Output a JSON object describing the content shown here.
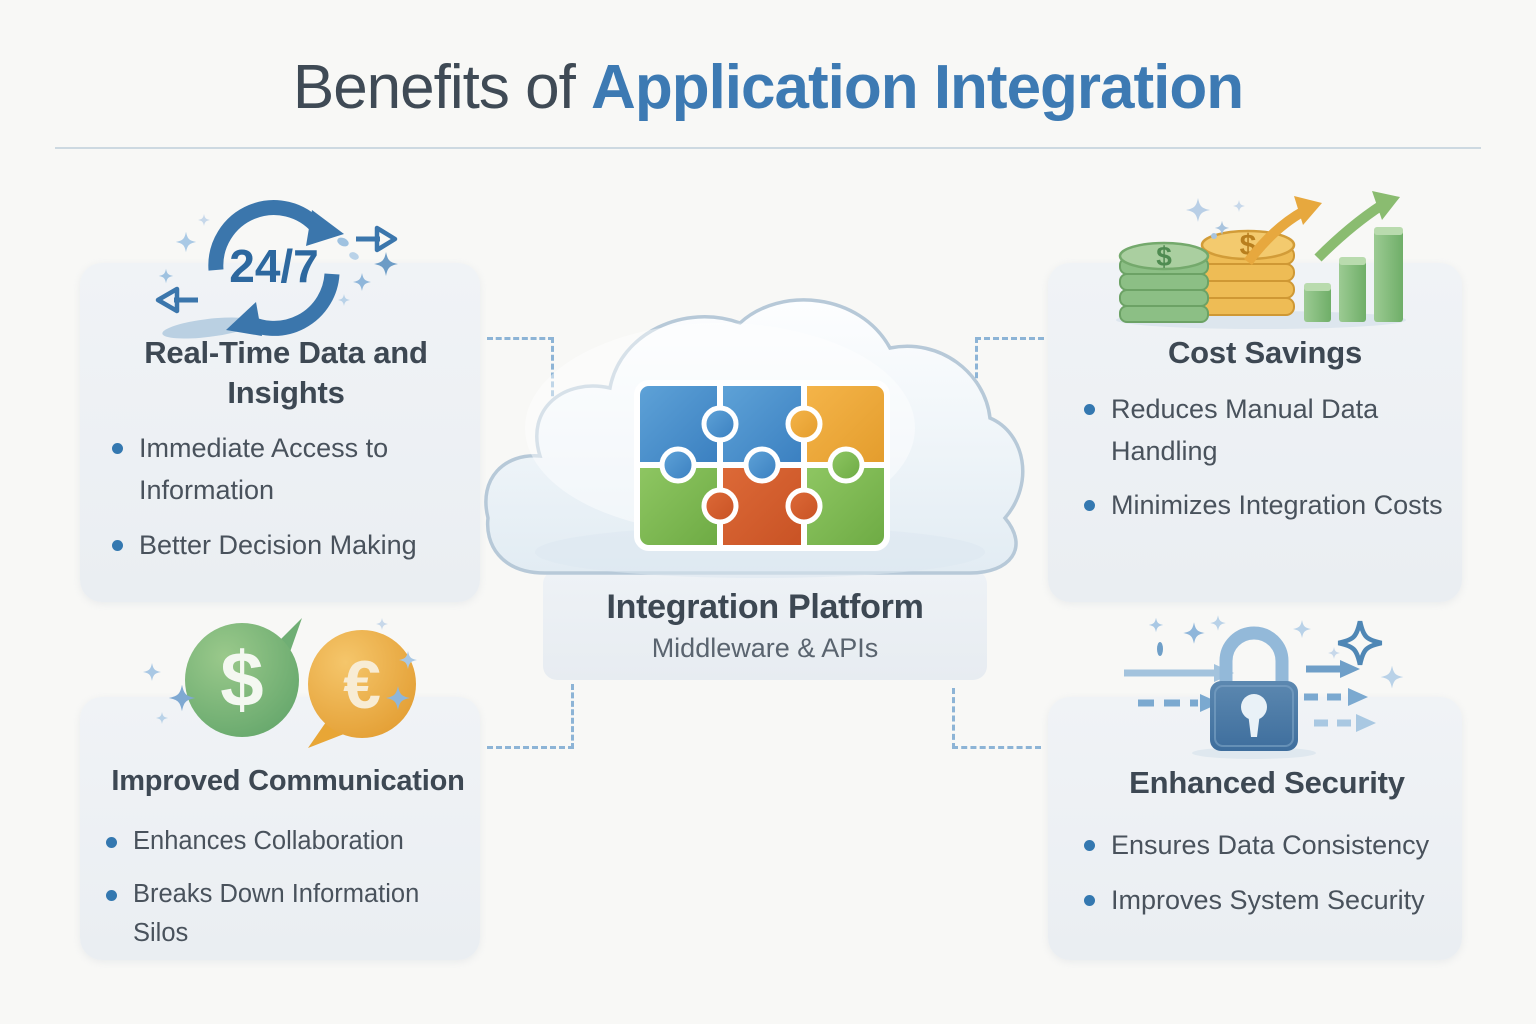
{
  "page": {
    "title_prefix": "Benefits of",
    "title_highlight": "Application Integration"
  },
  "center": {
    "title": "Integration Platform",
    "subtitle": "Middleware & APIs"
  },
  "cards": [
    {
      "id": "real-time-data",
      "icon": "24-7-cycle-icon",
      "title": "Real-Time Data and Insights",
      "bullets": [
        "Immediate Access to Information",
        "Better Decision Making"
      ]
    },
    {
      "id": "cost-savings",
      "icon": "coins-growth-chart-icon",
      "title": "Cost Savings",
      "bullets": [
        "Reduces Manual Data Handling",
        "Minimizes Integration Costs"
      ]
    },
    {
      "id": "improved-communication",
      "icon": "currency-speech-bubbles-icon",
      "title": "Improved Communication",
      "bullets": [
        "Enhances Collaboration",
        "Breaks Down Information Silos"
      ]
    },
    {
      "id": "enhanced-security",
      "icon": "padlock-icon",
      "title": "Enhanced Security",
      "bullets": [
        "Ensures Data Consistency",
        "Improves System Security"
      ]
    }
  ],
  "icon_text": {
    "cycle": "24/7",
    "dollar": "$",
    "euro": "€"
  },
  "colors": {
    "title_gray": "#3f4a55",
    "title_blue": "#3d7ab3",
    "bullet_dot": "#3478b0",
    "body_text": "#49525c",
    "card_bg": "#edf0f4",
    "connector_dash": "#8db4d6",
    "puzzle_blue": "#4089c8",
    "puzzle_orange": "#f0ab3e",
    "puzzle_green": "#7cb456",
    "puzzle_red": "#d4592b",
    "lock_blue": "#46759f",
    "coin_green": "#8cbf85",
    "coin_gold": "#eebc55"
  }
}
